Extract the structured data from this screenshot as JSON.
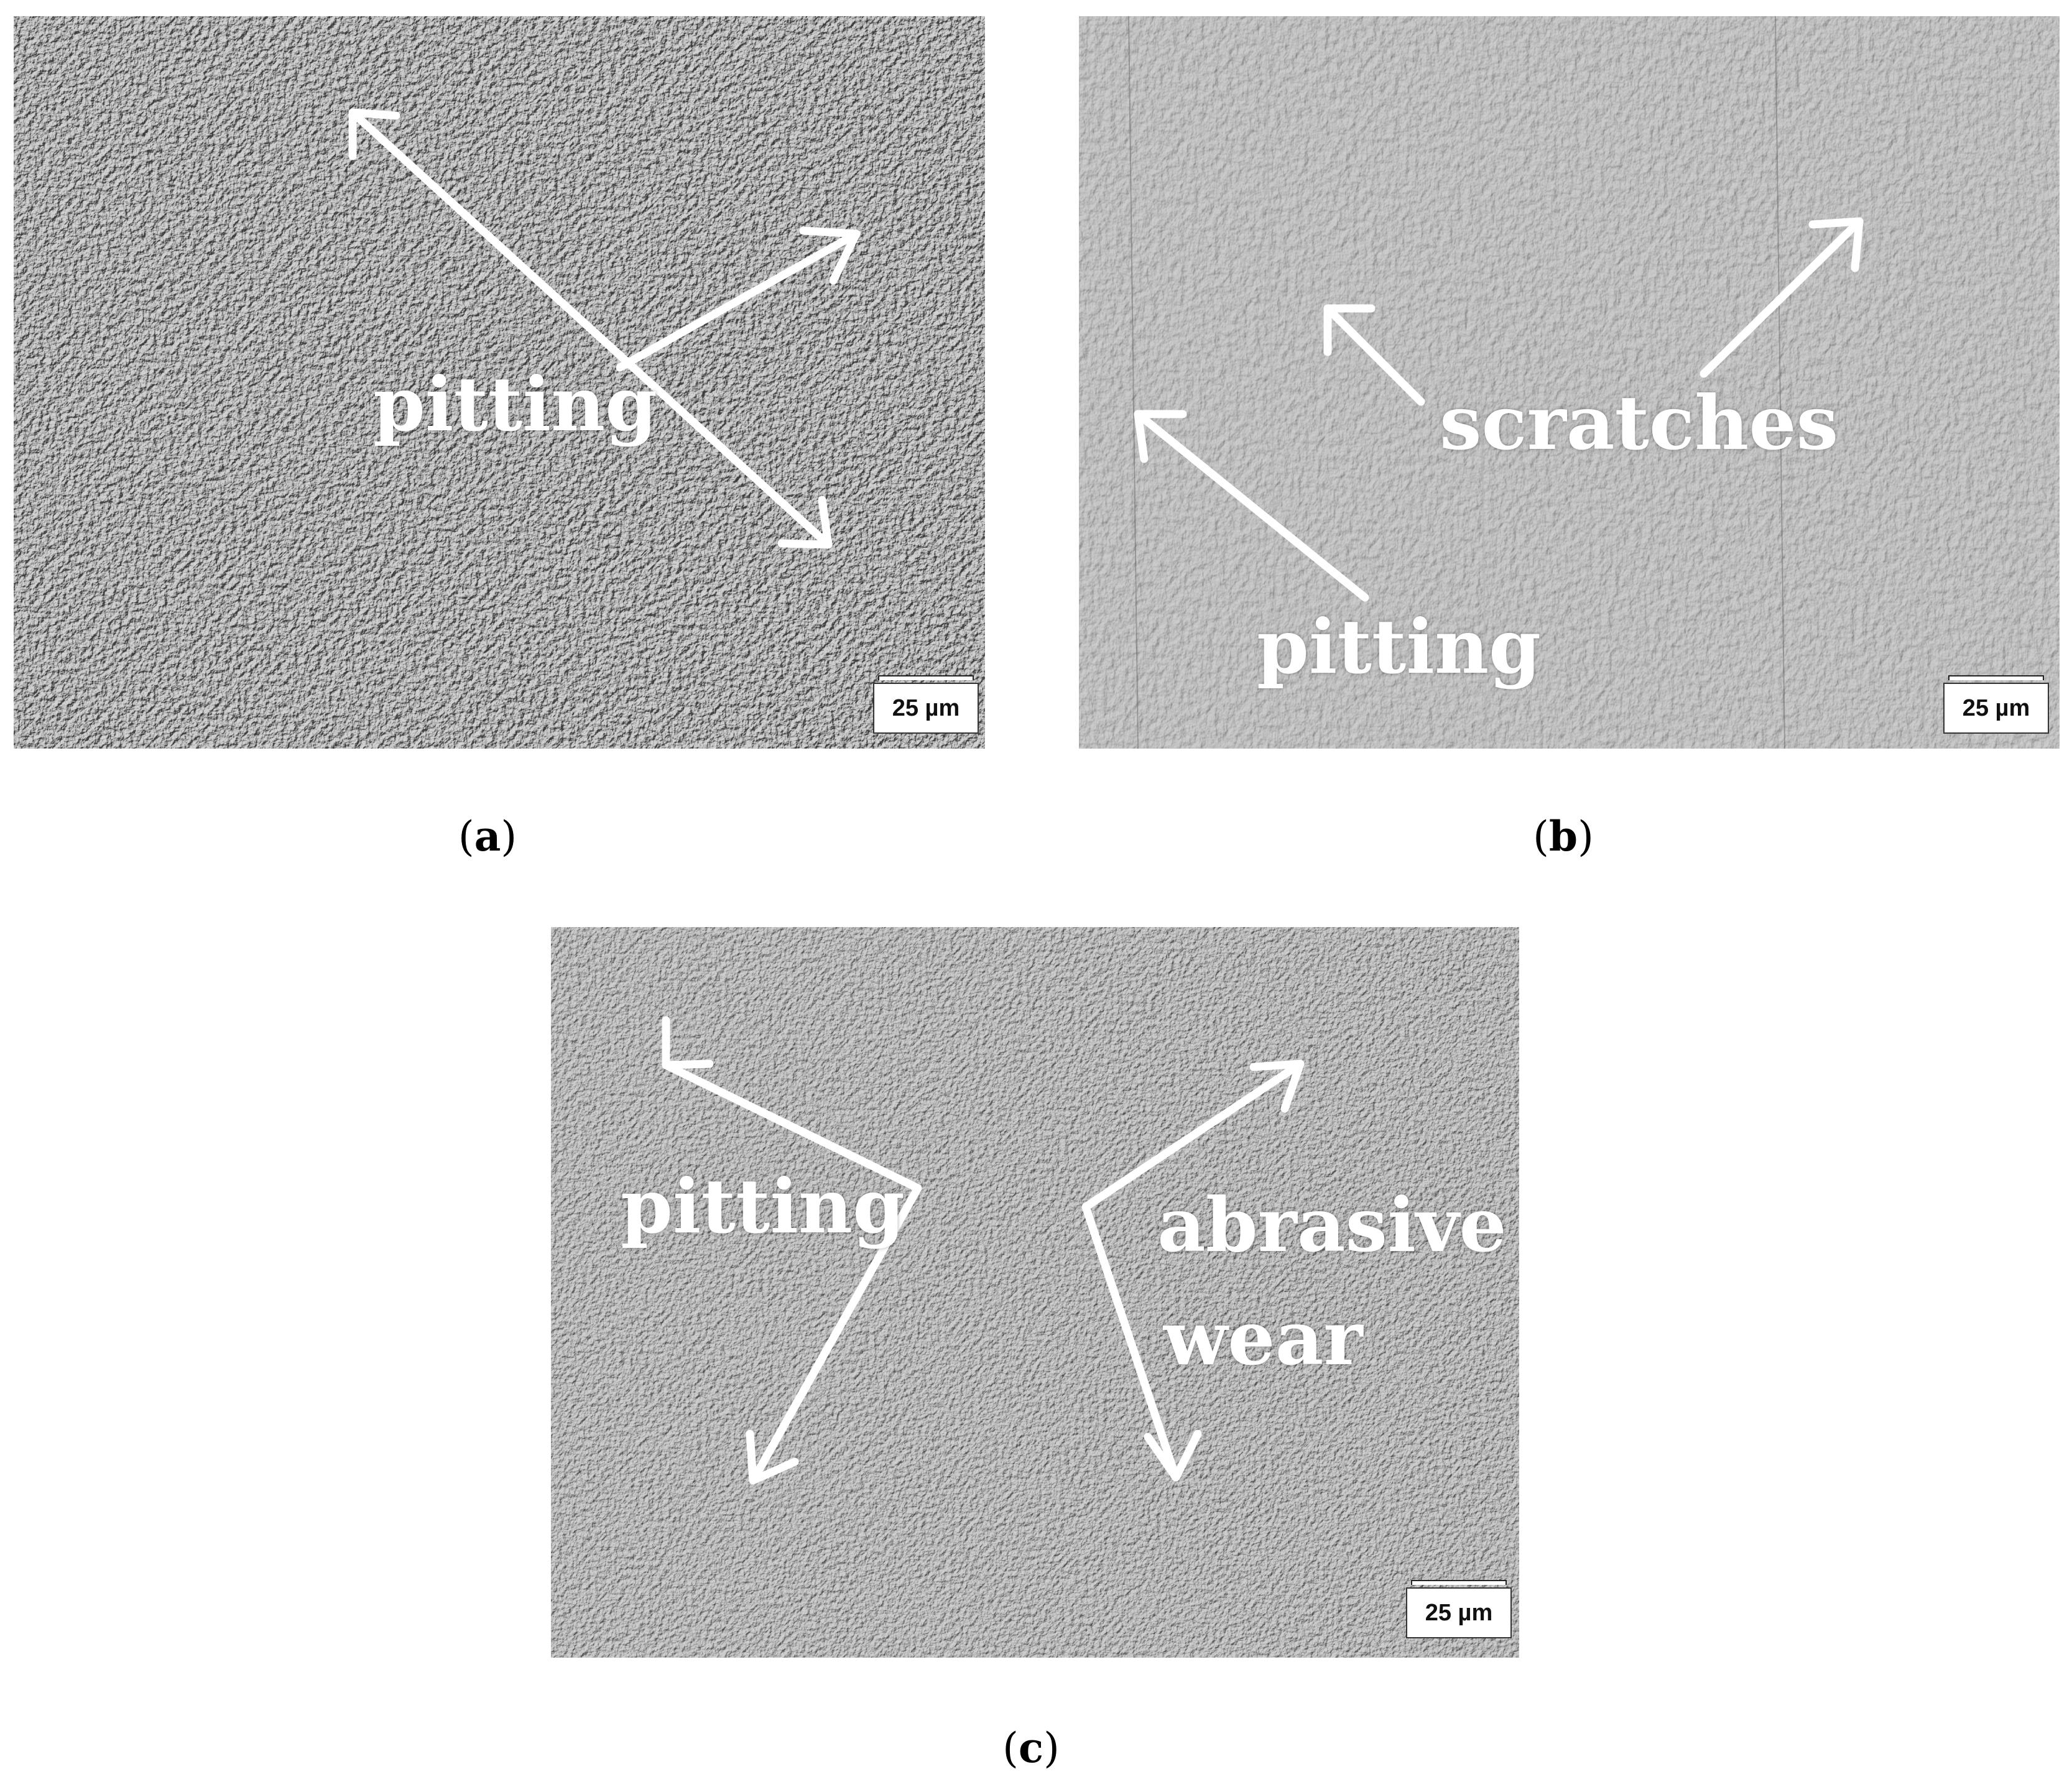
{
  "panels": [
    {
      "id": "a",
      "labels": [
        "pitting"
      ],
      "scale_bar": "25 µm",
      "caption_open": "(",
      "caption_letter": "a",
      "caption_close": ")"
    },
    {
      "id": "b",
      "labels": [
        "scratches",
        "pitting"
      ],
      "scale_bar": "25 µm",
      "caption_open": "(",
      "caption_letter": "b",
      "caption_close": ")"
    },
    {
      "id": "c",
      "labels": [
        "pitting",
        "abrasive",
        "wear"
      ],
      "scale_bar": "25 µm",
      "caption_open": "(",
      "caption_letter": "c",
      "caption_close": ")"
    }
  ],
  "colors": {
    "surface_gray": "#8a8a8a",
    "annotation": "#ffffff",
    "caption_text": "#000000"
  },
  "icons": [
    "arrow-icon"
  ]
}
